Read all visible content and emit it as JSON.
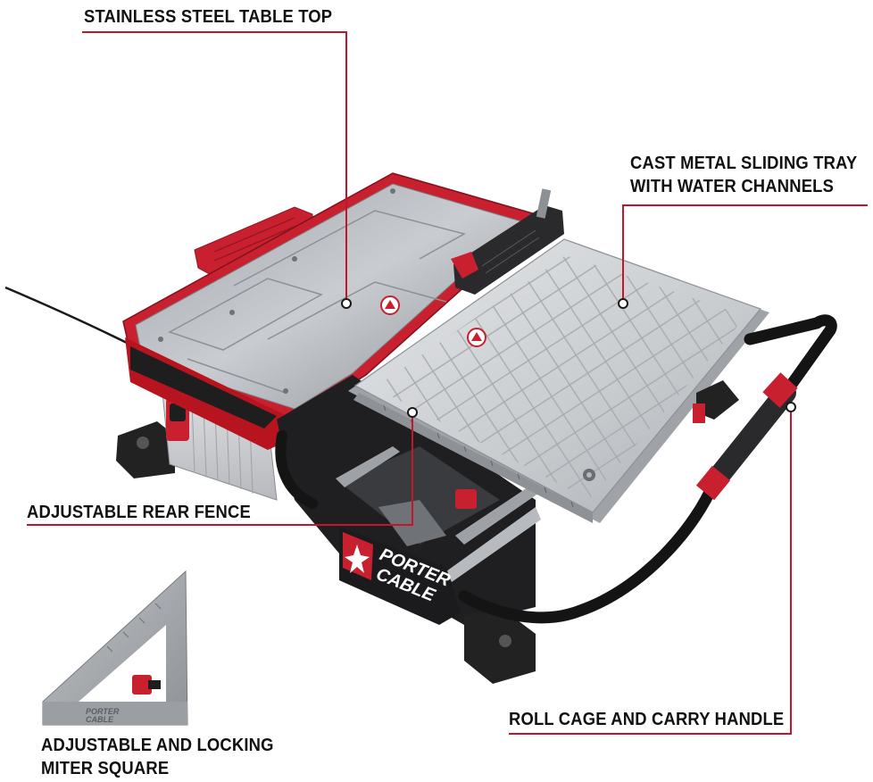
{
  "callouts": {
    "table_top": {
      "label": "STAINLESS STEEL TABLE TOP"
    },
    "sliding_tray": {
      "line1": "CAST METAL SLIDING TRAY",
      "line2": "WITH WATER CHANNELS"
    },
    "rear_fence": {
      "label": "ADJUSTABLE REAR FENCE"
    },
    "miter_square": {
      "line1": "ADJUSTABLE AND LOCKING",
      "line2": "MITER SQUARE"
    },
    "carry_handle": {
      "label": "ROLL CAGE AND CARRY HANDLE"
    }
  },
  "brand": {
    "line1": "PORTER",
    "line2": "CABLE"
  },
  "square_brand": {
    "line1": "PORTER",
    "line2": "CABLE"
  },
  "colors": {
    "accent_red": "#c8202f",
    "leader_red": "#c4162a",
    "steel": "#b9bdc2",
    "black": "#1c1c1e"
  },
  "icons": [
    "warning-triangle-icon",
    "porter-cable-star-logo"
  ]
}
